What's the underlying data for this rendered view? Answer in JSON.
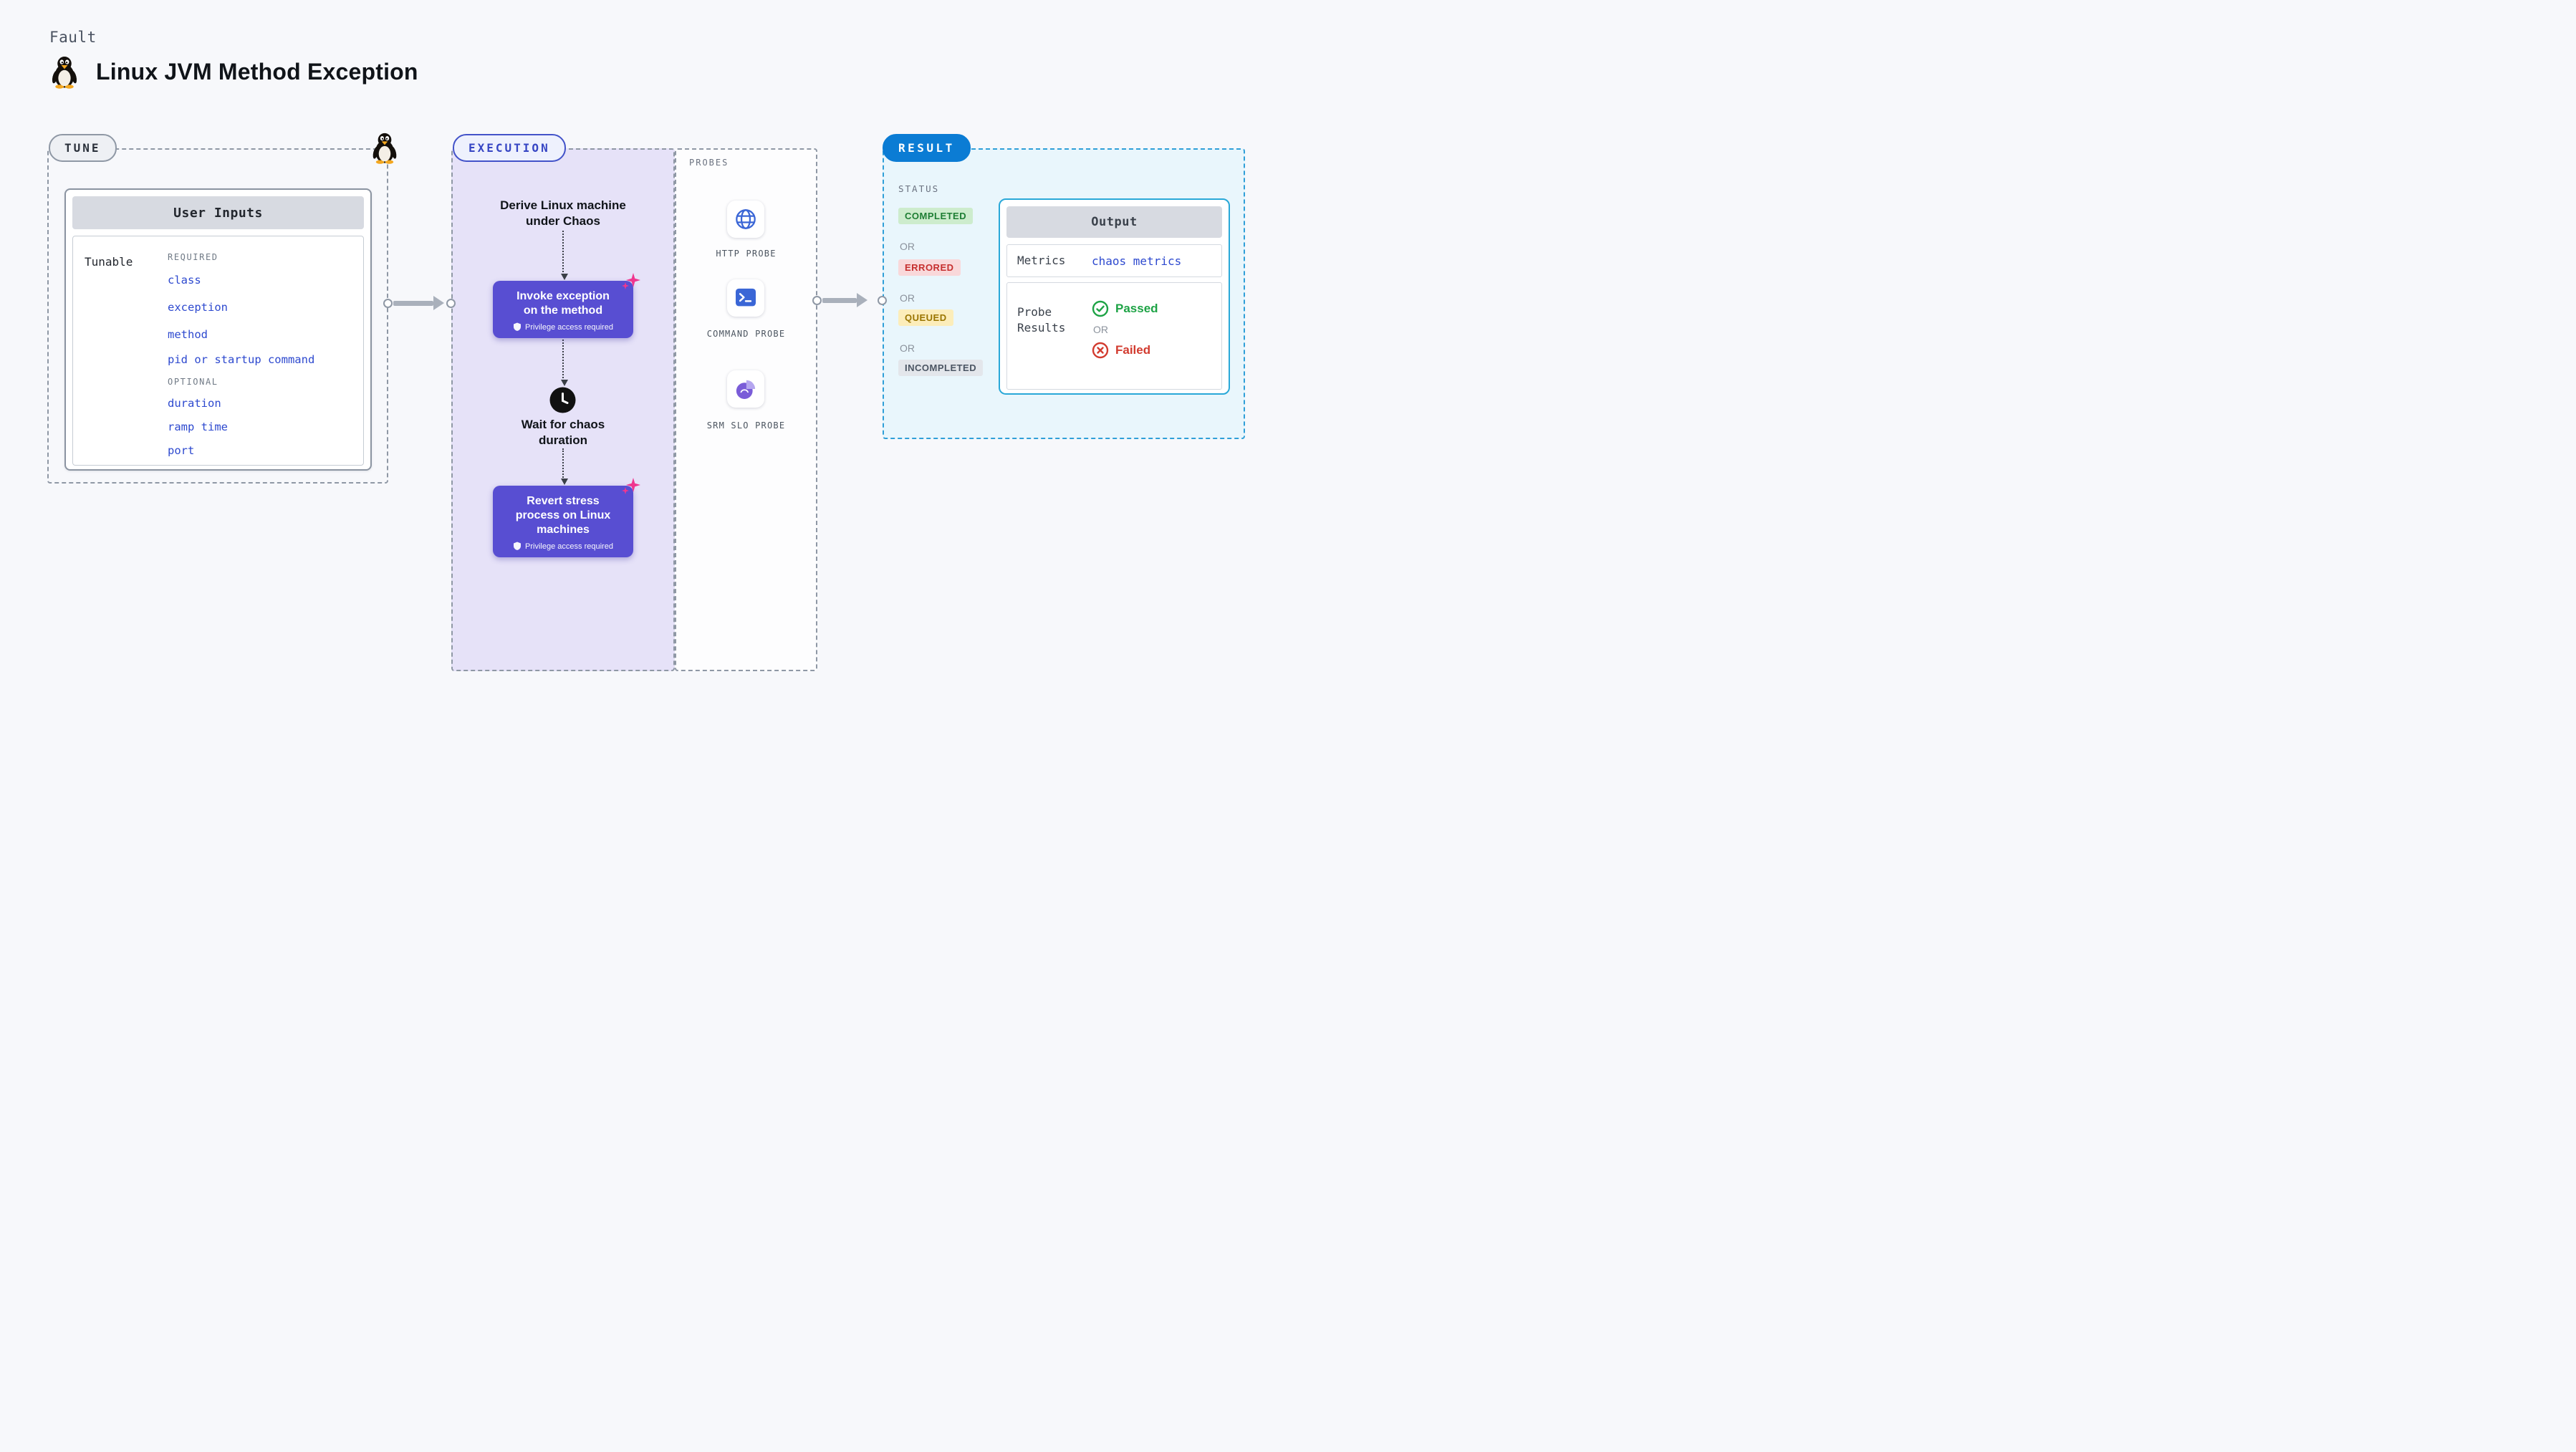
{
  "page": {
    "kicker": "Fault",
    "title": "Linux JVM Method Exception"
  },
  "tune": {
    "label": "TUNE",
    "card_title": "User Inputs",
    "row_label": "Tunable",
    "required_label": "REQUIRED",
    "required_items": [
      "class",
      "exception",
      "method",
      "pid or startup command"
    ],
    "optional_label": "OPTIONAL",
    "optional_items": [
      "duration",
      "ramp time",
      "port"
    ]
  },
  "execution": {
    "label": "EXECUTION",
    "start_text": "Derive Linux machine under Chaos",
    "wait_text": "Wait for chaos duration",
    "steps": [
      {
        "text": "Invoke exception on the method",
        "badge": "Privilege access required",
        "icon": "shield-lock-icon"
      },
      {
        "text": "Revert stress process on Linux machines",
        "badge": "Privilege access required",
        "icon": "shield-lock-icon"
      }
    ]
  },
  "probes": {
    "label": "PROBES",
    "items": [
      {
        "name": "HTTP PROBE",
        "icon": "globe-icon"
      },
      {
        "name": "COMMAND PROBE",
        "icon": "terminal-icon"
      },
      {
        "name": "SRM SLO PROBE",
        "icon": "pie-chart-icon"
      }
    ]
  },
  "result": {
    "label": "RESULT",
    "status_label": "STATUS",
    "or_label": "OR",
    "statuses": [
      {
        "text": "COMPLETED",
        "type": "completed"
      },
      {
        "text": "ERRORED",
        "type": "errored"
      },
      {
        "text": "QUEUED",
        "type": "queued"
      },
      {
        "text": "INCOMPLETED",
        "type": "incompleted"
      }
    ],
    "output": {
      "title": "Output",
      "metrics_label": "Metrics",
      "metrics_value": "chaos metrics",
      "probe_results_label": "Probe Results",
      "passed_label": "Passed",
      "failed_label": "Failed"
    }
  },
  "colors": {
    "accent_blue": "#2d49cf",
    "primary_purple": "#584ed2",
    "result_blue": "#0b7cd4",
    "execution_bg": "#e6e2f8",
    "result_bg": "#e9f6fc",
    "status_completed": "#1e7e34",
    "status_errored": "#c62f2f",
    "status_queued": "#9a7500",
    "status_incompleted": "#4b5563",
    "passed_green": "#1da345",
    "failed_red": "#d23b2f",
    "sparkle_pink": "#f0368f"
  }
}
